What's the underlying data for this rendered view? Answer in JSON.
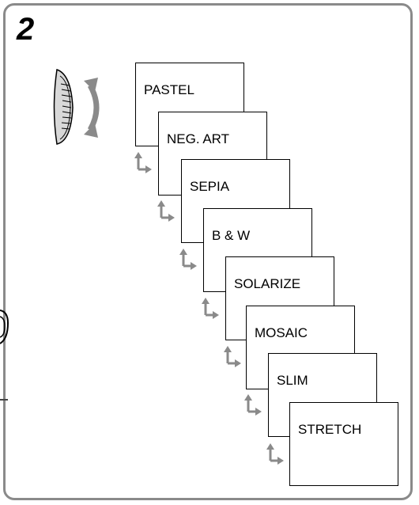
{
  "step": {
    "number": "2"
  },
  "icons": {
    "dial": "dial-wheel-icon",
    "rotate": "rotate-arrows-icon",
    "loop": "loop-arrow-icon"
  },
  "effects": [
    {
      "label": "PASTEL"
    },
    {
      "label": "NEG. ART"
    },
    {
      "label": "SEPIA"
    },
    {
      "label": "B & W"
    },
    {
      "label": "SOLARIZE"
    },
    {
      "label": "MOSAIC"
    },
    {
      "label": "SLIM"
    },
    {
      "label": "STRETCH"
    }
  ],
  "colors": {
    "frame": "#8a8a8a",
    "arrow": "#8a8a8a",
    "dial": "#bdbdbd"
  }
}
